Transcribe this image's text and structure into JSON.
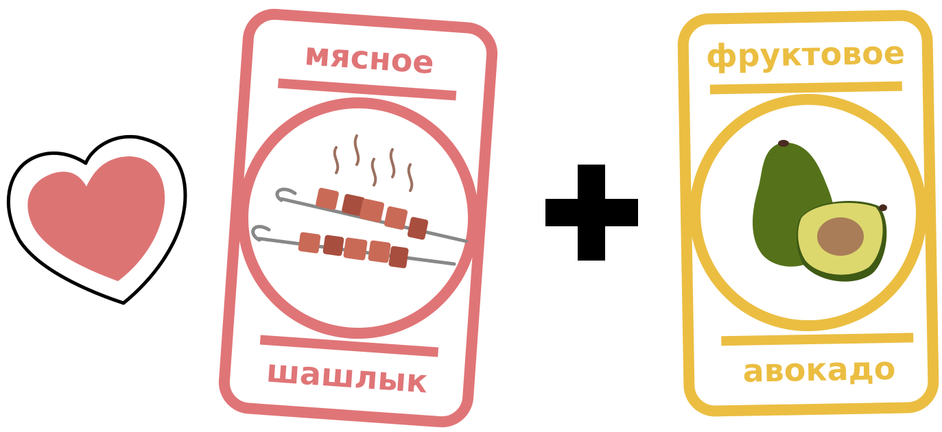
{
  "colors": {
    "meat_card": "#e07577",
    "fruit_card": "#ebbe42",
    "heart_fill": "#dd7474",
    "heart_outline": "#000000",
    "plus": "#000000",
    "skewer": "#888888",
    "meat_chunk": "#c96a57",
    "meat_chunk_dark": "#a84e3e",
    "smoke": "#9c7060",
    "avocado_skin": "#55721a",
    "avocado_flesh": "#dcd86e",
    "avocado_pit": "#a97d58"
  },
  "cards": {
    "meat": {
      "category": "мясное",
      "item": "шашлык",
      "icon": "skewers-icon"
    },
    "fruit": {
      "category": "фруктовое",
      "item": "авокадо",
      "icon": "avocado-icon"
    }
  },
  "symbols": {
    "heart": "heart-icon",
    "plus": "plus-icon"
  }
}
